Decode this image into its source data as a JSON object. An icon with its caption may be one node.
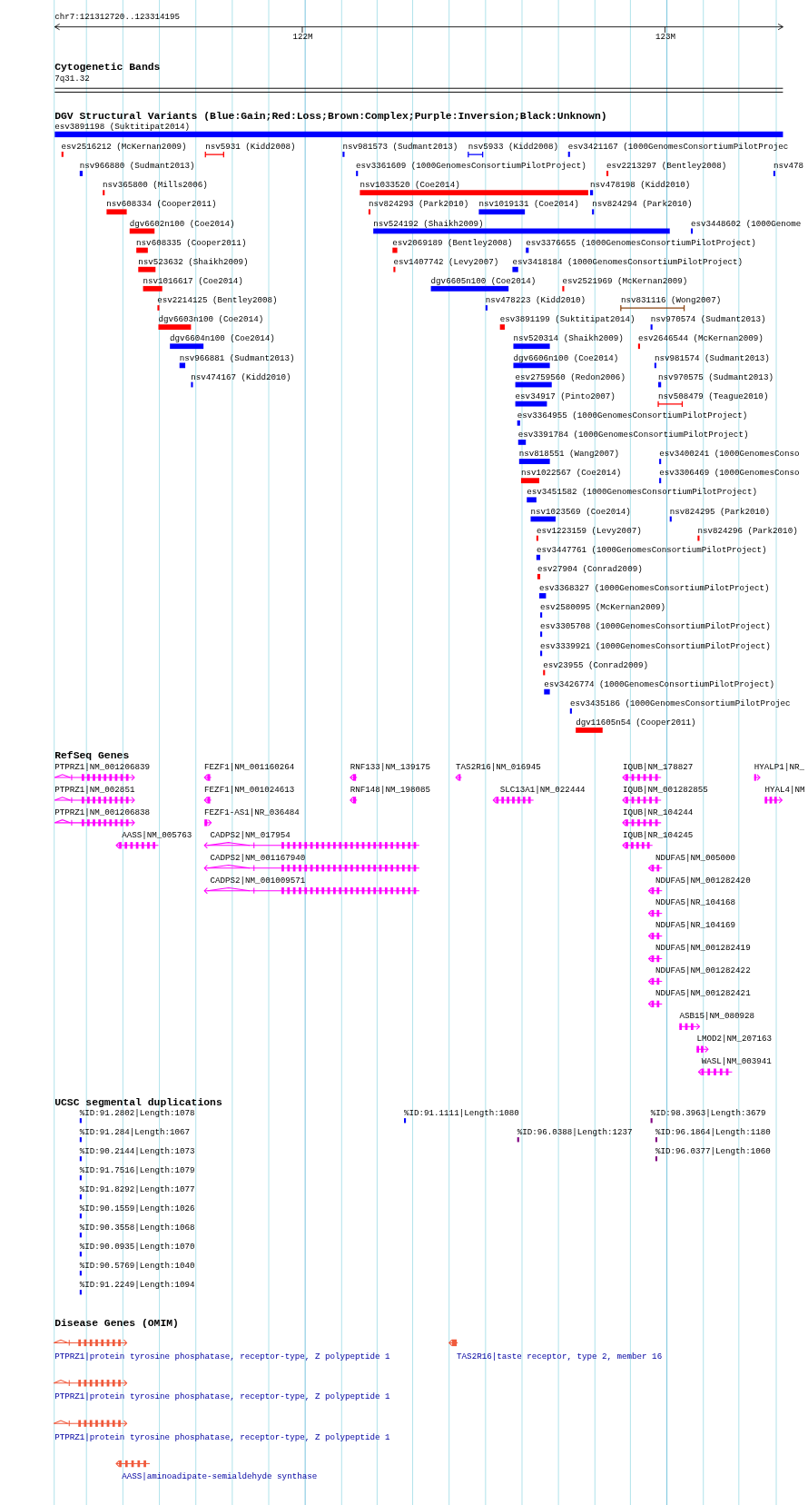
{
  "diagram": {
    "labels": [
      "chr7:121312720..123314195",
      "122M",
      "123M",
      "Cytogenetic Bands",
      "7q31.32",
      "DGV Structural Variants (Blue:Gain;Red:Loss;Brown:Complex;Purple:Inversion;Black:Unknown)",
      "esv3891198 (Suktitipat2014)",
      "esv2516212 (McKernan2009)",
      "nsv5931 (Kidd2008)",
      "nsv981573 (Sudmant2013)",
      "nsv5933 (Kidd2008)",
      "esv3421167 (1000GenomesConsortiumPilotProjec",
      "nsv966880 (Sudmant2013)",
      "esv3361609 (1000GenomesConsortiumPilotProject)",
      "esv2213297 (Bentley2008)",
      "nsv478",
      "nsv365800 (Mills2006)",
      "nsv1033520 (Coe2014)",
      "nsv478198 (Kidd2010)",
      "nsv608334 (Cooper2011)",
      "nsv824293 (Park2010)",
      "nsv1019131 (Coe2014)",
      "nsv824294 (Park2010)",
      "dgv6602n100 (Coe2014)",
      "nsv524192 (Shaikh2009)",
      "esv3448602 (1000Genome",
      "nsv608335 (Cooper2011)",
      "esv2069189 (Bentley2008)",
      "esv3376655 (1000GenomesConsortiumPilotProject)",
      "nsv523632 (Shaikh2009)",
      "esv1407742 (Levy2007)",
      "esv3418184 (1000GenomesConsortiumPilotProject)",
      "nsv1016617 (Coe2014)",
      "dgv6605n100 (Coe2014)",
      "esv2521969 (McKernan2009)",
      "esv2214125 (Bentley2008)",
      "nsv478223 (Kidd2010)",
      "nsv831116 (Wong2007)",
      "dgv6603n100 (Coe2014)",
      "esv3891199 (Suktitipat2014)",
      "nsv970574 (Sudmant2013)",
      "dgv6604n100 (Coe2014)",
      "nsv520314 (Shaikh2009)",
      "esv2646544 (McKernan2009)",
      "nsv966881 (Sudmant2013)",
      "dgv6606n100 (Coe2014)",
      "nsv981574 (Sudmant2013)",
      "nsv474167 (Kidd2010)",
      "esv2759560 (Redon2006)",
      "nsv970575 (Sudmant2013)",
      "esv34917 (Pinto2007)",
      "nsv508479 (Teague2010)",
      "esv3364955 (1000GenomesConsortiumPilotProject)",
      "esv3391784 (1000GenomesConsortiumPilotProject)",
      "nsv818551 (Wang2007)",
      "esv3400241 (1000GenomesConso",
      "nsv1022567 (Coe2014)",
      "esv3306469 (1000GenomesConso",
      "esv3451582 (1000GenomesConsortiumPilotProject)",
      "nsv1023569 (Coe2014)",
      "nsv824295 (Park2010)",
      "esv1223159 (Levy2007)",
      "nsv824296 (Park2010)",
      "esv3447761 (1000GenomesConsortiumPilotProject)",
      "esv27904 (Conrad2009)",
      "esv3368327 (1000GenomesConsortiumPilotProject)",
      "esv2580095 (McKernan2009)",
      "esv3305708 (1000GenomesConsortiumPilotProject)",
      "esv3339921 (1000GenomesConsortiumPilotProject)",
      "esv23955 (Conrad2009)",
      "esv3426774 (1000GenomesConsortiumPilotProject)",
      "esv3435186 (1000GenomesConsortiumPilotProjec",
      "dgv11605n54 (Cooper2011)",
      "RefSeq Genes",
      "PTPRZ1|NM_001206839",
      "FEZF1|NM_001160264",
      "RNF133|NM_139175",
      "TAS2R16|NM_016945",
      "IQUB|NM_178827",
      "HYALP1|NR_",
      "PTPRZ1|NM_002851",
      "FEZF1|NM_001024613",
      "RNF148|NM_198085",
      "SLC13A1|NM_022444",
      "IQUB|NM_001282855",
      "HYAL4|NM",
      "PTPRZ1|NM_001206838",
      "FEZF1-AS1|NR_036484",
      "IQUB|NR_104244",
      "AASS|NM_005763",
      "CADPS2|NM_017954",
      "IQUB|NR_104245",
      "CADPS2|NM_001167940",
      "NDUFA5|NM_005000",
      "CADPS2|NM_001009571",
      "NDUFA5|NM_001282420",
      "NDUFA5|NR_104168",
      "NDUFA5|NR_104169",
      "NDUFA5|NM_001282419",
      "NDUFA5|NM_001282422",
      "NDUFA5|NM_001282421",
      "ASB15|NM_080928",
      "LMOD2|NM_207163",
      "WASL|NM_003941",
      "UCSC segmental duplications",
      "%ID:91.2802|Length:1078",
      "%ID:91.1111|Length:1080",
      "%ID:98.3963|Length:3679",
      "%ID:91.284|Length:1067",
      "%ID:96.0388|Length:1237",
      "%ID:96.1864|Length:1180",
      "%ID:90.2144|Length:1073",
      "%ID:96.0377|Length:1060",
      "%ID:91.7516|Length:1079",
      "%ID:91.8292|Length:1077",
      "%ID:90.1559|Length:1026",
      "%ID:90.3558|Length:1068",
      "%ID:90.0935|Length:1070",
      "%ID:90.5769|Length:1040",
      "%ID:91.2249|Length:1094",
      "Disease Genes (OMIM)",
      "PTPRZ1|protein tyrosine phosphatase, receptor-type, Z polypeptide 1",
      "TAS2R16|taste receptor, type 2, member 16",
      "PTPRZ1|protein tyrosine phosphatase, receptor-type, Z polypeptide 1",
      "PTPRZ1|protein tyrosine phosphatase, receptor-type, Z polypeptide 1",
      "AASS|aminoadipate-semialdehyde synthase"
    ]
  }
}
